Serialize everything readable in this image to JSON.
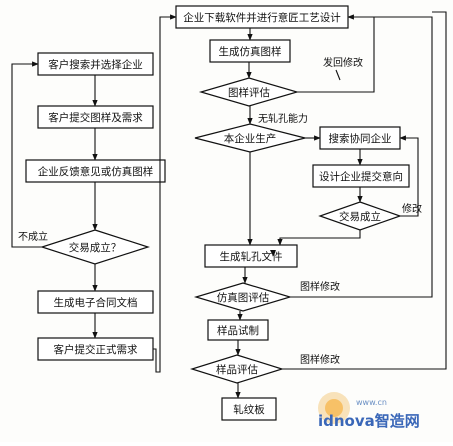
{
  "left_column": {
    "select_company": "客户搜索并选择企业",
    "submit_drawing": "客户提交图样及需求",
    "feedback": "企业反馈意见或仿真图样",
    "deal_decision": "交易成立？",
    "not_deal_label": "不成立",
    "generate_contract": "生成电子合同文档",
    "submit_formal": "客户提交正式需求"
  },
  "right_column": {
    "download_design": "企业下载软件并进行意匠工艺设计",
    "generate_sim": "生成仿真图样",
    "drawing_eval": "图样评估",
    "return_modify": "发回修改",
    "company_produce": "本企业生产",
    "no_capacity": "无轧孔能力",
    "search_partner": "搜索协同企业",
    "design_intent": "设计企业提交意向",
    "deal_done": "交易成立",
    "modify": "修改",
    "generate_punch": "生成轧孔文件",
    "sim_eval": "仿真图评估",
    "drawing_modify_1": "图样修改",
    "sample_trial": "样品试制",
    "sample_eval": "样品评估",
    "drawing_modify_2": "图样修改",
    "punch_plate": "轧纹板"
  },
  "watermark": {
    "url": "www.cn",
    "brand": "idnova智造网"
  }
}
